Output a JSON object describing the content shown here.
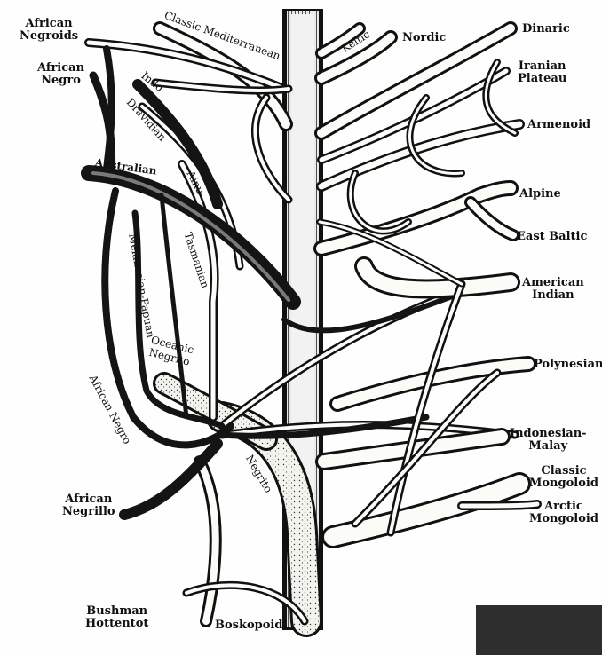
{
  "labels": {
    "african_negroids": "African\nNegroids",
    "african_negro_top": "African\nNegro",
    "classic_mediterranean": "Classic Mediterranean",
    "indo": "Indo",
    "dravidian": "Dravidian",
    "australian": "Australian",
    "ainu": "Ainu",
    "tasmanian": "Tasmanian",
    "melanesian_papuan": "Melanesian-Papuan",
    "oceanic_negrito": "Oceanic\nNegrito",
    "african_negro_mid": "African Negro",
    "negrito": "Negrito",
    "african_negrillo": "African\nNegrillo",
    "bushman_hottentot": "Bushman\nHottentot",
    "boskopoid": "Boskopoid",
    "keltic": "Keltic",
    "nordic": "Nordic",
    "dinaric": "Dinaric",
    "iranian_plateau": "Iranian\nPlateau",
    "armenoid": "Armenoid",
    "alpine": "Alpine",
    "east_baltic": "East Baltic",
    "american_indian": "American\nIndian",
    "polynesian": "Polynesian",
    "indonesian_malay": "Indonesian-\nMalay",
    "classic_mongoloid": "Classic\nMongoloid",
    "arctic_mongoloid": "Arctic\nMongoloid"
  },
  "colors": {
    "ink": "#111111",
    "paper": "#fefefe",
    "corner_patch": "#2e2e2e"
  }
}
